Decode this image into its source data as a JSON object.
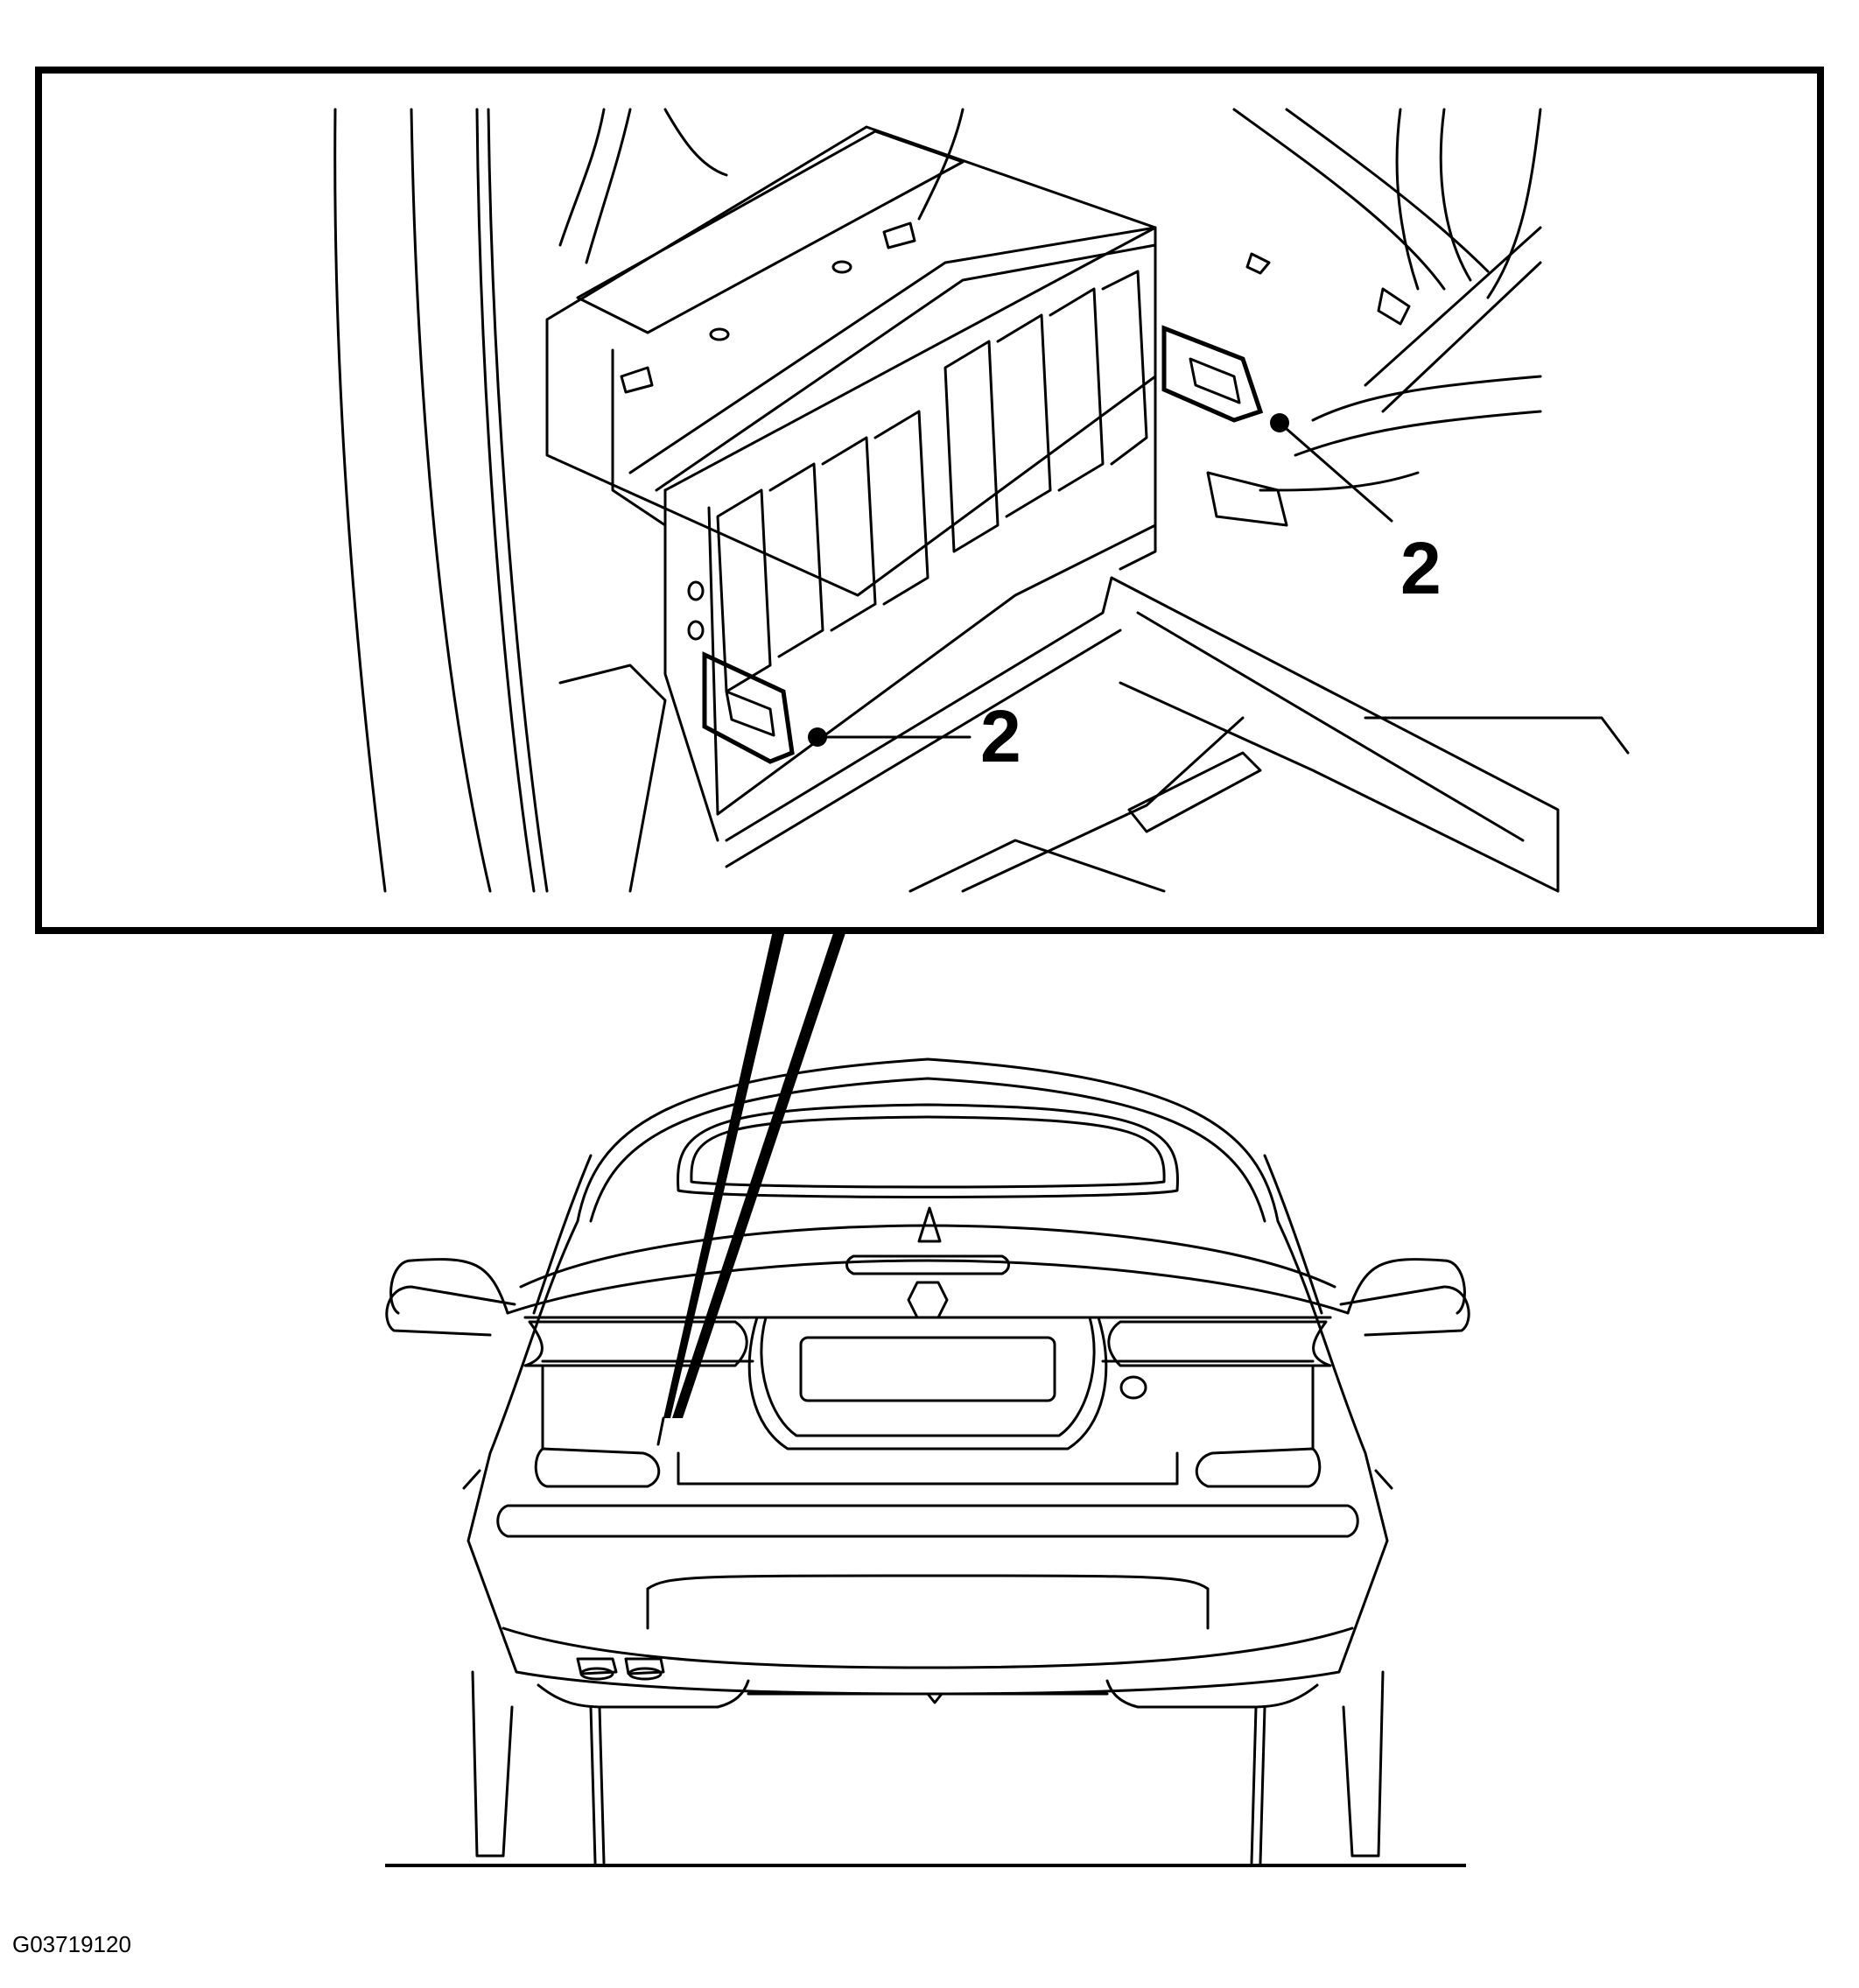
{
  "callouts": [
    {
      "label": "2"
    },
    {
      "label": "2"
    }
  ],
  "figure_id": "G03719120",
  "colors": {
    "ink": "#000000",
    "paper": "#ffffff"
  }
}
